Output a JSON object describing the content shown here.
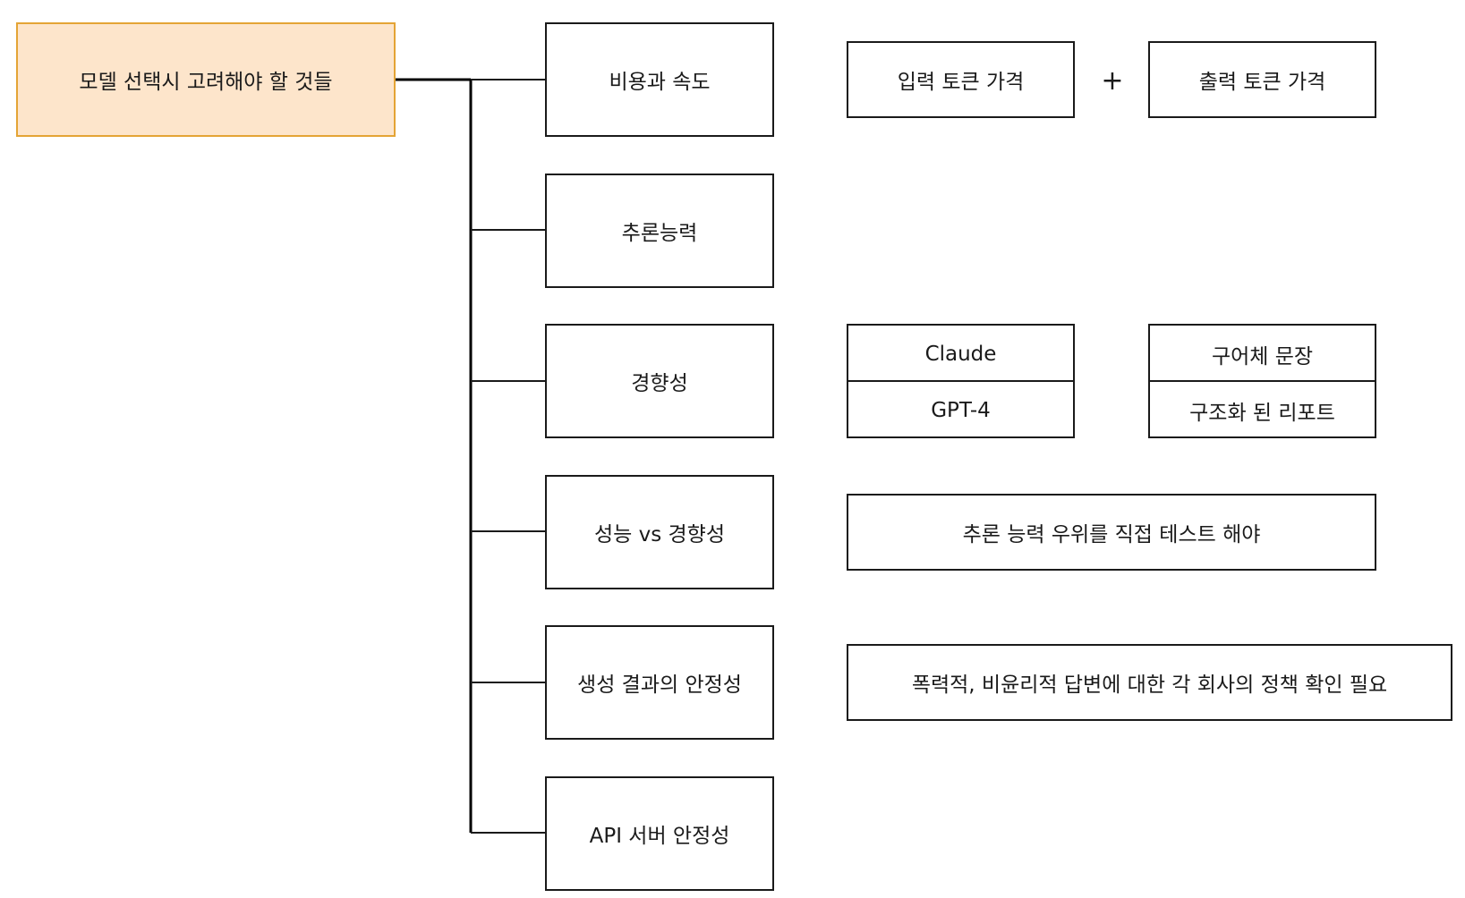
{
  "root": {
    "label": "모델 선택시 고려해야 할 것들"
  },
  "categories": [
    {
      "label": "비용과 속도"
    },
    {
      "label": "추론능력"
    },
    {
      "label": "경향성"
    },
    {
      "label": "성능 vs 경향성"
    },
    {
      "label": "생성 결과의 안정성"
    },
    {
      "label": "API 서버 안정성"
    }
  ],
  "cost": {
    "input_label": "입력 토큰 가격",
    "operator": "+",
    "output_label": "출력 토큰 가격"
  },
  "tendency": {
    "models": [
      "Claude",
      "GPT-4"
    ],
    "styles": [
      "구어체 문장",
      "구조화 된 리포트"
    ]
  },
  "performance_note": "추론 능력 우위를 직접 테스트 해야",
  "stability_note": "폭력적, 비윤리적 답변에 대한 각 회사의 정책 확인 필요",
  "colors": {
    "root_fill": "#fde5cb",
    "root_border": "#e4a435",
    "line": "#1a1a1a"
  }
}
